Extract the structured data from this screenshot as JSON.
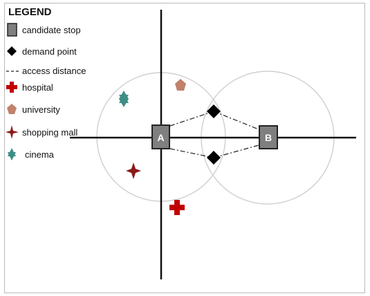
{
  "legend": {
    "title": "LEGEND",
    "items": [
      {
        "label": "candidate stop",
        "icon": "square-stop-icon"
      },
      {
        "label": "demand point",
        "icon": "diamond-icon"
      },
      {
        "label": "access distance",
        "icon": "dashed-line-icon"
      },
      {
        "label": "hospital",
        "icon": "cross-icon"
      },
      {
        "label": "university",
        "icon": "pentagon-icon"
      },
      {
        "label": "shopping mall",
        "icon": "four-point-star-icon"
      },
      {
        "label": "cinema",
        "icon": "six-point-star-icon"
      }
    ]
  },
  "diagram": {
    "stops": [
      {
        "label": "A"
      },
      {
        "label": "B"
      }
    ],
    "colors": {
      "stop_fill": "#7f7f7f",
      "hospital": "#c00000",
      "university": "#c0826a",
      "shopping_mall": "#8b1a1a",
      "cinema": "#3e8e86",
      "circle": "#cfcfcf"
    }
  }
}
